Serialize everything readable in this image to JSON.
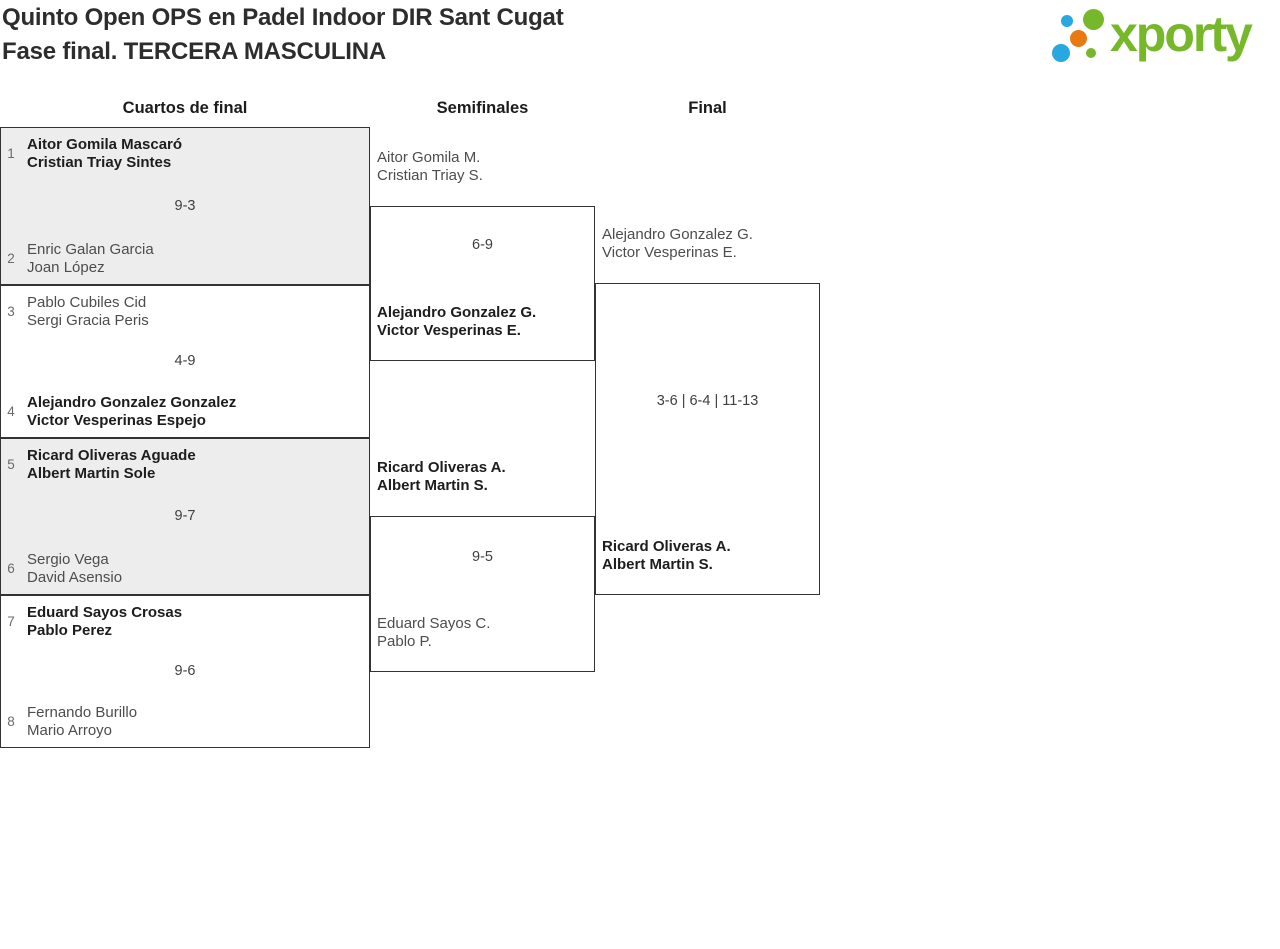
{
  "header": {
    "title_line1": "Quinto Open OPS en Padel Indoor DIR Sant Cugat",
    "title_line2": "Fase final. TERCERA MASCULINA"
  },
  "logo": {
    "text": "xporty",
    "colors": {
      "green": "#76b82a",
      "blue": "#29a8df",
      "orange": "#e87a11"
    }
  },
  "bracket": {
    "round_labels": [
      "Cuartos de final",
      "Semifinales",
      "Final"
    ],
    "quarterfinals": [
      {
        "seed_top": "1",
        "team_top": [
          "Aitor Gomila Mascaró",
          "Cristian Triay Sintes"
        ],
        "score": "9-3",
        "seed_bottom": "2",
        "team_bottom": [
          "Enric Galan Garcia",
          "Joan López"
        ],
        "winner": "top"
      },
      {
        "seed_top": "3",
        "team_top": [
          "Pablo Cubiles Cid",
          "Sergi Gracia Peris"
        ],
        "score": "4-9",
        "seed_bottom": "4",
        "team_bottom": [
          "Alejandro Gonzalez Gonzalez",
          "Victor Vesperinas Espejo"
        ],
        "winner": "bottom"
      },
      {
        "seed_top": "5",
        "team_top": [
          "Ricard Oliveras Aguade",
          "Albert Martin Sole"
        ],
        "score": "9-7",
        "seed_bottom": "6",
        "team_bottom": [
          "Sergio Vega",
          "David Asensio"
        ],
        "winner": "top"
      },
      {
        "seed_top": "7",
        "team_top": [
          "Eduard Sayos Crosas",
          "Pablo Perez"
        ],
        "score": "9-6",
        "seed_bottom": "8",
        "team_bottom": [
          "Fernando Burillo",
          "Mario Arroyo"
        ],
        "winner": "top"
      }
    ],
    "semifinals": [
      {
        "team_top": [
          "Aitor Gomila M.",
          "Cristian Triay S."
        ],
        "score": "6-9",
        "team_bottom": [
          "Alejandro Gonzalez G.",
          "Victor Vesperinas E."
        ],
        "winner": "bottom"
      },
      {
        "team_top": [
          "Ricard Oliveras A.",
          "Albert Martin S."
        ],
        "score": "9-5",
        "team_bottom": [
          "Eduard Sayos C.",
          "Pablo P."
        ],
        "winner": "top"
      }
    ],
    "final": {
      "team_top": [
        "Alejandro Gonzalez G.",
        "Victor Vesperinas E."
      ],
      "score": "3-6 | 6-4 | 11-13",
      "team_bottom": [
        "Ricard Oliveras A.",
        "Albert Martin S."
      ],
      "winner": "bottom"
    }
  }
}
